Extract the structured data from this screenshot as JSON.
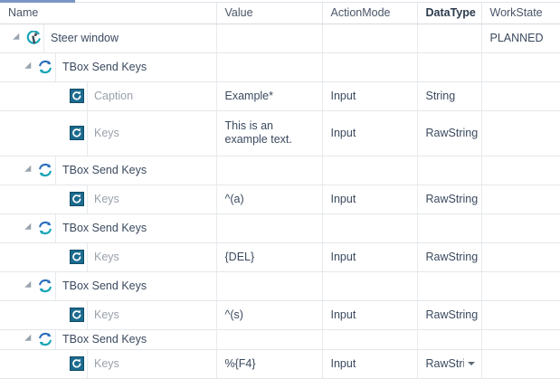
{
  "theme": {
    "accent": "#7a96c4",
    "icon_teal": "#13a3b5",
    "icon_blue": "#2a6ebb",
    "leaf_badge_bg": "#1b6b8f",
    "text": "#3b4a5f",
    "muted_text": "#9aa2ab",
    "grid_line": "#e3e7ea"
  },
  "grid": {
    "columns": [
      {
        "key": "name",
        "label": "Name",
        "bold": false
      },
      {
        "key": "value",
        "label": "Value",
        "bold": false
      },
      {
        "key": "actionmode",
        "label": "ActionMode",
        "bold": false
      },
      {
        "key": "datatype",
        "label": "DataType",
        "bold": true
      },
      {
        "key": "workstate",
        "label": "WorkState",
        "bold": false
      }
    ],
    "rows": [
      {
        "name": "Steer window",
        "value": "",
        "actionmode": "",
        "datatype": "",
        "workstate": "PLANNED",
        "level": 0,
        "kind": "window",
        "icon": "wrench-circle-icon",
        "expanded": true,
        "height": "normal"
      },
      {
        "name": "TBox Send Keys",
        "value": "",
        "actionmode": "",
        "datatype": "",
        "workstate": "",
        "level": 1,
        "kind": "action",
        "icon": "refresh-arrows-icon",
        "expanded": true,
        "height": "normal"
      },
      {
        "name": "Caption",
        "value": "Example*",
        "actionmode": "Input",
        "datatype": "String",
        "workstate": "",
        "level": 2,
        "kind": "parameter",
        "icon": "refresh-badge-icon",
        "expanded": false,
        "height": "normal"
      },
      {
        "name": "Keys",
        "value": "This is an\nexample text.",
        "actionmode": "Input",
        "datatype": "RawString",
        "workstate": "",
        "level": 2,
        "kind": "parameter",
        "icon": "refresh-badge-icon",
        "expanded": false,
        "height": "tall"
      },
      {
        "name": "TBox Send Keys",
        "value": "",
        "actionmode": "",
        "datatype": "",
        "workstate": "",
        "level": 1,
        "kind": "action",
        "icon": "refresh-arrows-icon",
        "expanded": true,
        "height": "normal"
      },
      {
        "name": "Keys",
        "value": "^(a)",
        "actionmode": "Input",
        "datatype": "RawString",
        "workstate": "",
        "level": 2,
        "kind": "parameter",
        "icon": "refresh-badge-icon",
        "expanded": false,
        "height": "normal"
      },
      {
        "name": "TBox Send Keys",
        "value": "",
        "actionmode": "",
        "datatype": "",
        "workstate": "",
        "level": 1,
        "kind": "action",
        "icon": "refresh-arrows-icon",
        "expanded": true,
        "height": "normal"
      },
      {
        "name": "Keys",
        "value": "{DEL}",
        "actionmode": "Input",
        "datatype": "RawString",
        "workstate": "",
        "level": 2,
        "kind": "parameter",
        "icon": "refresh-badge-icon",
        "expanded": false,
        "height": "normal"
      },
      {
        "name": "TBox Send Keys",
        "value": "",
        "actionmode": "",
        "datatype": "",
        "workstate": "",
        "level": 1,
        "kind": "action",
        "icon": "refresh-arrows-icon",
        "expanded": true,
        "height": "normal"
      },
      {
        "name": "Keys",
        "value": "^(s)",
        "actionmode": "Input",
        "datatype": "RawString",
        "workstate": "",
        "level": 2,
        "kind": "parameter",
        "icon": "refresh-badge-icon",
        "expanded": false,
        "height": "normal"
      },
      {
        "name": "TBox Send Keys",
        "value": "",
        "actionmode": "",
        "datatype": "",
        "workstate": "",
        "level": 1,
        "kind": "action",
        "icon": "refresh-arrows-icon",
        "expanded": true,
        "height": "short"
      },
      {
        "name": "Keys",
        "value": "%{F4}",
        "actionmode": "Input",
        "datatype": "RawStri...",
        "datatype_is_dropdown": true,
        "workstate": "",
        "level": 2,
        "kind": "parameter",
        "icon": "refresh-badge-icon",
        "expanded": false,
        "height": "normal"
      }
    ]
  }
}
